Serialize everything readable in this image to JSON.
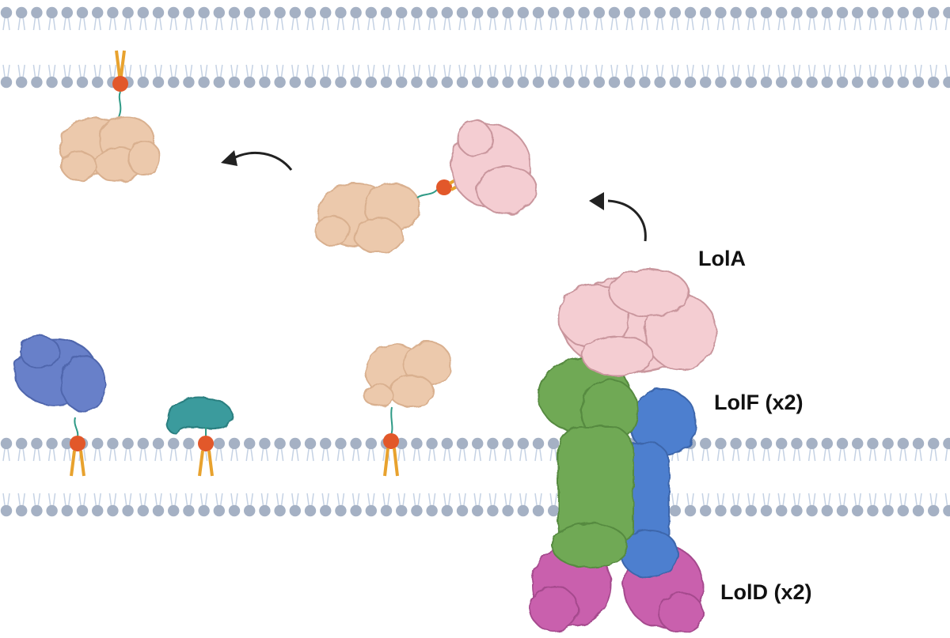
{
  "labels": {
    "lola": "LolA",
    "lolf": "LolF (x2)",
    "lold": "LolD (x2)"
  },
  "colors": {
    "membrane_head": "#a5b1c4",
    "membrane_tail": "#c5d2e4",
    "lipid_anchor": "#e8a22e",
    "lipid_head": "#e2582a",
    "lipoprotein": "#ecc9ac",
    "lola": "#f4cdd2",
    "lolf_green": "#6fa955",
    "lolf_blue": "#4d7fcf",
    "lold": "#c960ad",
    "blue_protein": "#6880c9",
    "teal_protein": "#3a9b9d",
    "arrow": "#222222",
    "linker": "#2f9a86"
  },
  "icons": [
    "curved-arrow-icon",
    "curved-arrow-icon"
  ]
}
